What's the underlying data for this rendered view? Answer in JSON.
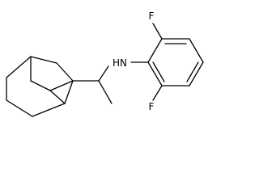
{
  "structure": {
    "atom_labels": {
      "nh": "HN",
      "f_top": "F",
      "f_bottom": "F"
    },
    "colors": {
      "bond": "#000000",
      "label": "#000000",
      "background": "#ffffff"
    }
  }
}
